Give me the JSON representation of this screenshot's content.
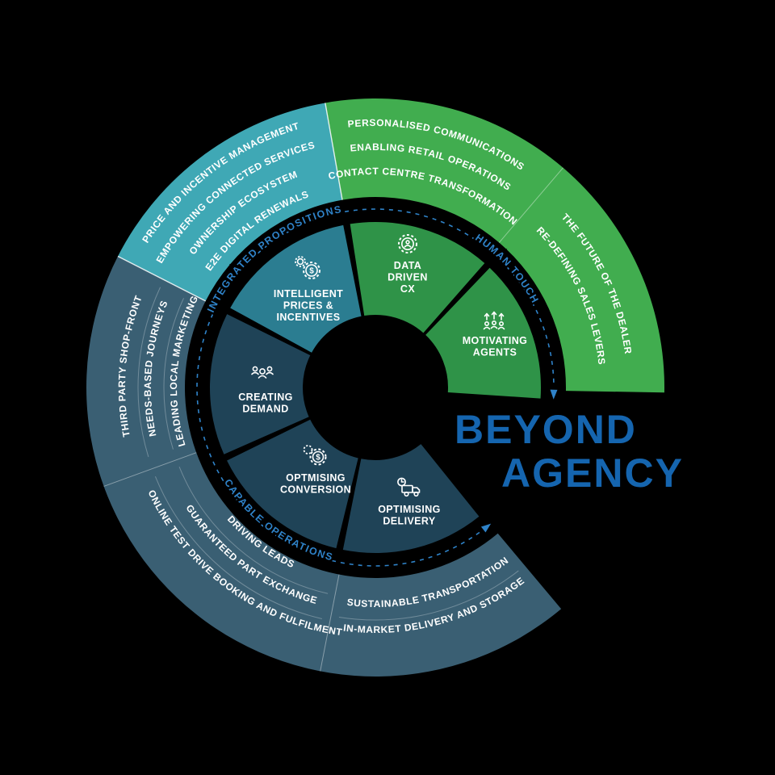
{
  "title": {
    "line1": "BEYOND",
    "line2": "AGENCY"
  },
  "colors": {
    "teal_outer": "#3FA8B5",
    "teal_inner": "#2B7D91",
    "green_outer": "#41AD4F",
    "green_inner": "#2F9348",
    "slate_outer": "#3A5F73",
    "navy_inner": "#1F4357",
    "accent_blue": "#2F83C9",
    "brand_blue": "#1565AF"
  },
  "arc_labels": {
    "integrated_propositions": "INTEGRATED PROPOSITIONS",
    "human_touch": "HUMAN TOUCH",
    "capable_operations": "CAPABLE OPERATIONS"
  },
  "inner_segments": [
    {
      "id": "intelligent-prices-incentives",
      "lines": [
        "INTELLIGENT",
        "PRICES &",
        "INCENTIVES"
      ]
    },
    {
      "id": "data-driven-cx",
      "lines": [
        "DATA",
        "DRIVEN",
        "CX"
      ]
    },
    {
      "id": "motivating-agents",
      "lines": [
        "MOTIVATING",
        "AGENTS"
      ]
    },
    {
      "id": "creating-demand",
      "lines": [
        "CREATING",
        "DEMAND"
      ]
    },
    {
      "id": "optmising-conversion",
      "lines": [
        "OPTMISING",
        "CONVERSION"
      ]
    },
    {
      "id": "optimising-delivery",
      "lines": [
        "OPTIMISING",
        "DELIVERY"
      ]
    }
  ],
  "outer_texts": {
    "teal": [
      "E2E DIGITAL RENEWALS",
      "OWNERSHIP ECOSYSTEM",
      "EMPOWERING CONNECTED SERVICES",
      "PRICE AND INCENTIVE MANAGEMENT"
    ],
    "green_top": [
      "CONTACT CENTRE TRANSFORMATION",
      "ENABLING RETAIL OPERATIONS",
      "PERSONALISED COMMUNICATIONS"
    ],
    "green_ne": [
      "RE-DEFINING SALES LEVERS",
      "THE FUTURE OF THE DEALER"
    ],
    "slate_nw": [
      "LEADING LOCAL MARKETING",
      "NEEDS-BASED JOURNEYS",
      "THIRD PARTY SHOP-FRONT"
    ],
    "slate_sw": [
      "DRIVING LEADS",
      "GUARANTEED PART EXCHANGE",
      "ONLINE TEST DRIVE BOOKING AND FULFILMENT"
    ],
    "slate_bottom": [
      "SUSTAINABLE TRANSPORTATION",
      "IN-MARKET DELIVERY AND STORAGE"
    ]
  },
  "icons": {
    "dollar": "$"
  }
}
